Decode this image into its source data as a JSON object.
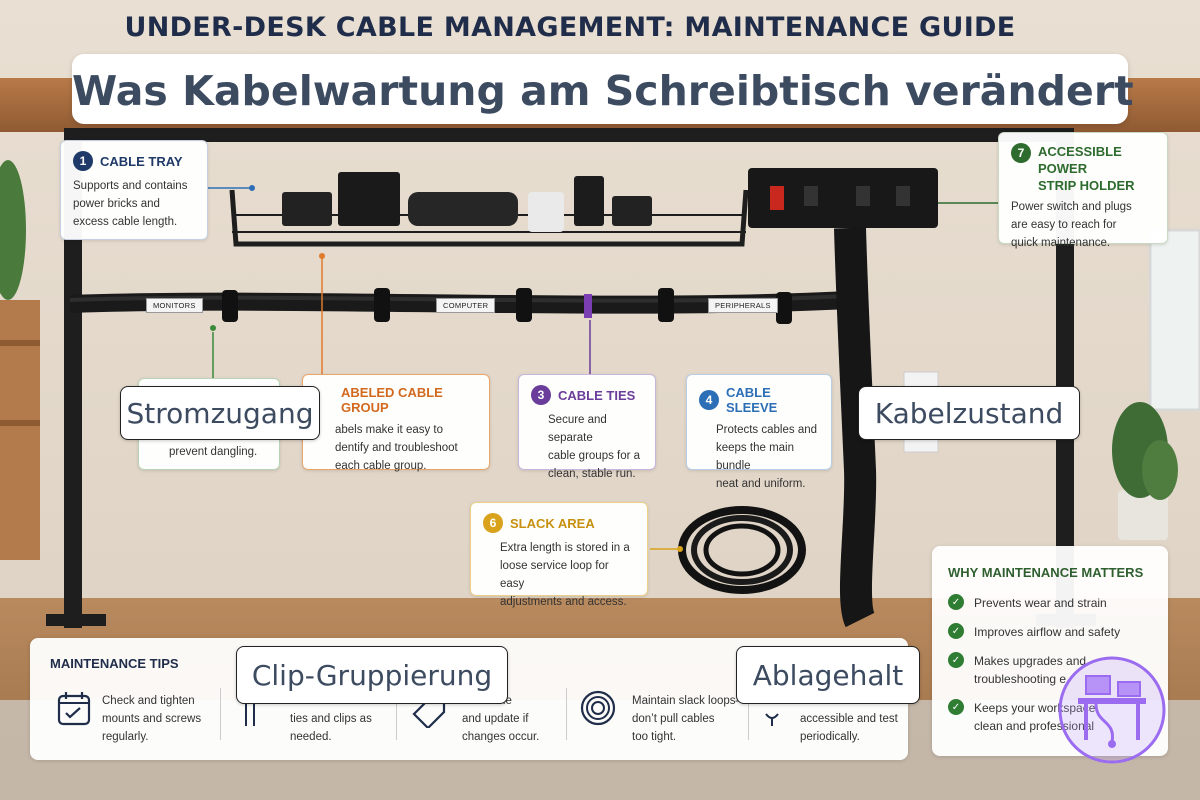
{
  "header": {
    "title": "UNDER-DESK CABLE MANAGEMENT: MAINTENANCE GUIDE",
    "banner": "Was Kabelwartung am Schreibtisch verändert"
  },
  "callouts": {
    "tray": {
      "number": "1",
      "title": "CABLE TRAY",
      "lines": [
        "Supports and contains",
        "power bricks and",
        "excess cable length."
      ],
      "color": "#1f3a68"
    },
    "power": {
      "number": "7",
      "title_lines": [
        "ACCESSIBLE POWER",
        "STRIP HOLDER"
      ],
      "lines": [
        "Power switch and plugs",
        "are easy to reach for",
        "quick maintenance."
      ],
      "color": "#2e6b2e"
    },
    "clips": {
      "lines": [
        "prevent dangling."
      ]
    },
    "group": {
      "title": "ABELED CABLE GROUP",
      "lines": [
        "abels make it easy to",
        "dentify and troubleshoot",
        "each cable group."
      ],
      "color": "#d2691e"
    },
    "ties": {
      "number": "3",
      "title": "CABLE TIES",
      "lines": [
        "Secure and separate",
        "cable groups for a",
        "clean, stable run."
      ],
      "color": "#6a3d9a"
    },
    "sleeve": {
      "number": "4",
      "title": "CABLE SLEEVE",
      "lines": [
        "Protects cables and",
        "keeps the main bundle",
        "neat and uniform."
      ],
      "color": "#2d6fb7"
    },
    "slack": {
      "number": "6",
      "title": "SLACK AREA",
      "lines": [
        "Extra length is stored in a",
        "loose service loop for easy",
        "adjustments and access."
      ],
      "color": "#d9a21b"
    }
  },
  "cable_tags": {
    "monitors": "MONITORS",
    "computer": "COMPUTER",
    "peripherals": "PERIPHERALS"
  },
  "overlays": {
    "stromzugang": "Stromzugang",
    "kabelzustand": "Kabelzustand",
    "clip": "Clip-Gruppierung",
    "ablage": "Ablagehalt"
  },
  "tips": {
    "title": "MAINTENANCE TIPS",
    "items": [
      {
        "icon": "calendar-check-icon",
        "lines": [
          "Check and tighten",
          "mounts and screws",
          "regularly."
        ]
      },
      {
        "icon": "cable-ties-icon",
        "lines": [
          "ties and clips as",
          "needed."
        ]
      },
      {
        "icon": "label-tag-icon",
        "lines": [
          "els visible",
          "and update if",
          "changes occur."
        ]
      },
      {
        "icon": "coiled-cable-icon",
        "lines": [
          "Maintain slack loops—",
          "don’t pull cables",
          "too tight."
        ]
      },
      {
        "icon": "plug-icon",
        "lines": [
          "accessible and test",
          "periodically."
        ]
      }
    ]
  },
  "why": {
    "title": "WHY MAINTENANCE MATTERS",
    "items": [
      {
        "lines": [
          "Prevents wear and strain"
        ]
      },
      {
        "lines": [
          "Improves airflow and safety"
        ]
      },
      {
        "lines": [
          "Makes upgrades and",
          "troubleshooting e"
        ]
      },
      {
        "lines": [
          "Keeps your workspace",
          "clean and professional"
        ]
      }
    ]
  }
}
